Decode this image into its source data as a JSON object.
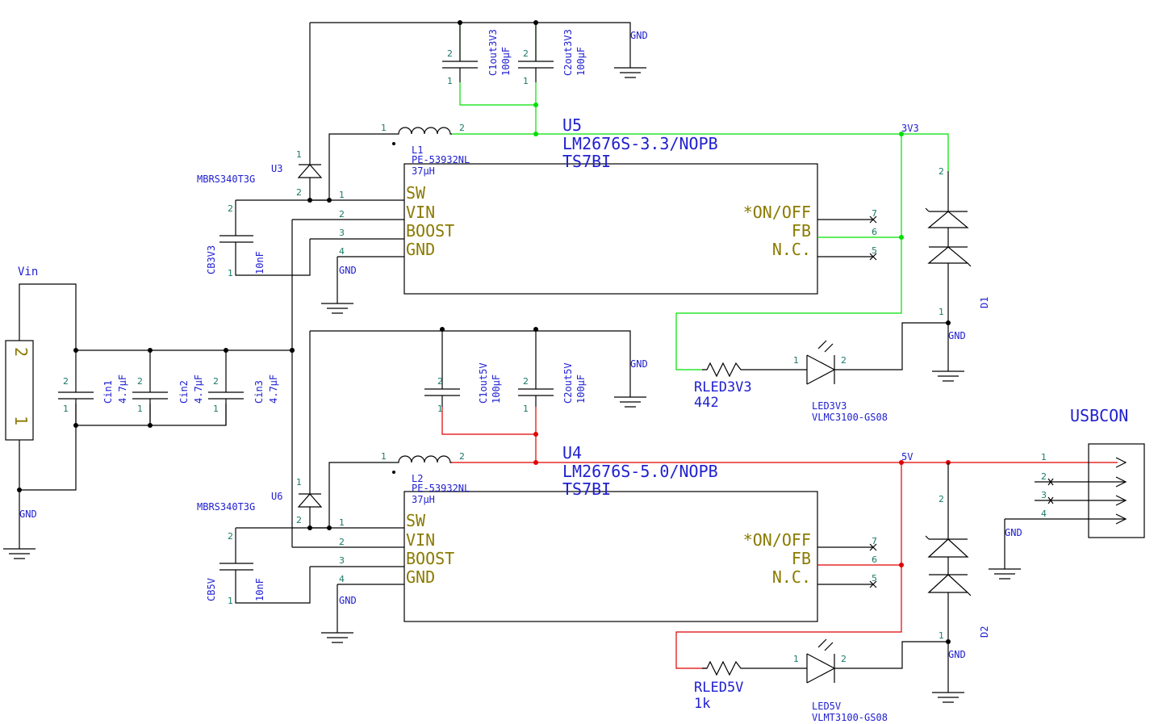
{
  "title": "",
  "nets": {
    "vin": "Vin",
    "gnd": "GND",
    "v3v3": "3V3",
    "v5v": "5V"
  },
  "colors": {
    "wire": "#000000",
    "net_3v3": "#00e000",
    "net_5v": "#e00000",
    "labels": "#2020d0",
    "pins": "#8a7a00"
  },
  "regulator_3v3": {
    "ref": "U5",
    "part": "LM2676S-3.3/NOPB",
    "package": "TS7BI",
    "pins_left": [
      "SW",
      "VIN",
      "BOOST",
      "GND"
    ],
    "pins_right": [
      "*ON/OFF",
      "FB",
      "N.C."
    ],
    "pin_numbers_left": [
      "1",
      "2",
      "3",
      "4"
    ],
    "pin_numbers_right": [
      "7",
      "6",
      "5"
    ],
    "inductor": {
      "ref": "L1",
      "part": "PE-53932NL",
      "value": "37µH"
    },
    "diode": {
      "ref": "U3",
      "part": "MBRS340T3G"
    },
    "boost_cap": {
      "ref": "CB3V3",
      "value": "10nF"
    },
    "out_cap1": {
      "ref": "C1out3V3",
      "value": "100µF"
    },
    "out_cap2": {
      "ref": "C2out3V3",
      "value": "100µF"
    },
    "led_res": {
      "ref": "RLED3V3",
      "value": "442"
    },
    "led": {
      "ref": "LED3V3",
      "part": "VLMC3100-GS08"
    },
    "tvs": {
      "ref": "D1"
    }
  },
  "regulator_5v": {
    "ref": "U4",
    "part": "LM2676S-5.0/NOPB",
    "package": "TS7BI",
    "pins_left": [
      "SW",
      "VIN",
      "BOOST",
      "GND"
    ],
    "pins_right": [
      "*ON/OFF",
      "FB",
      "N.C."
    ],
    "pin_numbers_left": [
      "1",
      "2",
      "3",
      "4"
    ],
    "pin_numbers_right": [
      "7",
      "6",
      "5"
    ],
    "inductor": {
      "ref": "L2",
      "part": "PE-53932NL",
      "value": "37µH"
    },
    "diode": {
      "ref": "U6",
      "part": "MBRS340T3G"
    },
    "boost_cap": {
      "ref": "CB5V",
      "value": "10nF"
    },
    "out_cap1": {
      "ref": "C1out5V",
      "value": "100µF"
    },
    "out_cap2": {
      "ref": "C2out5V",
      "value": "100µF"
    },
    "led_res": {
      "ref": "RLED5V",
      "value": "1k"
    },
    "led": {
      "ref": "LED5V",
      "part": "VLMT3100-GS08"
    },
    "tvs": {
      "ref": "D2"
    }
  },
  "input_caps": [
    {
      "ref": "Cin1",
      "value": "4.7µF"
    },
    {
      "ref": "Cin2",
      "value": "4.7µF"
    },
    {
      "ref": "Cin3",
      "value": "4.7µF"
    }
  ],
  "usb": {
    "ref": "USBCON",
    "pins": [
      "1",
      "2",
      "3",
      "4"
    ]
  },
  "generic_pins": {
    "p1": "1",
    "p2": "2"
  }
}
